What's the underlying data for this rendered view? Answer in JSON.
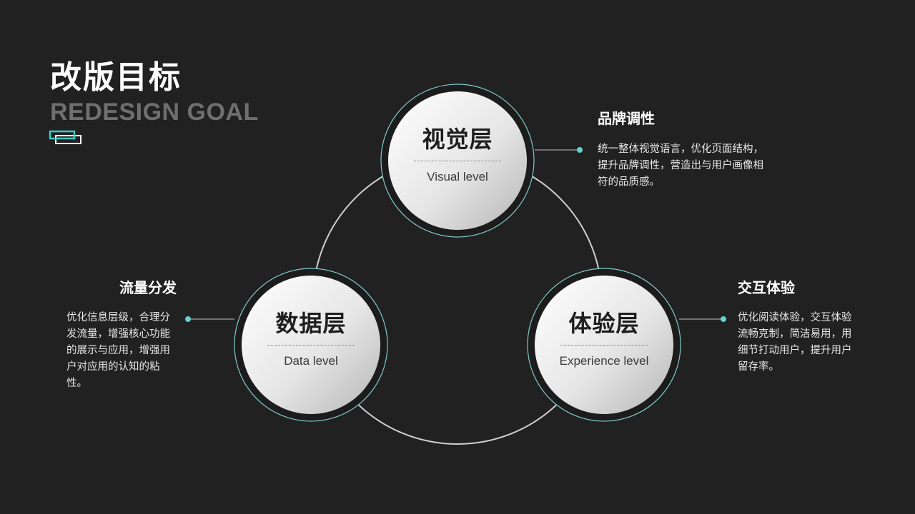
{
  "header": {
    "title": "改版目标",
    "subtitle": "REDESIGN GOAL"
  },
  "colors": {
    "background": "#212121",
    "accent": "#5fd3d0",
    "ring": "#cfcfcf"
  },
  "nodes": [
    {
      "title": "视觉层",
      "subtitle": "Visual level"
    },
    {
      "title": "数据层",
      "subtitle": "Data level"
    },
    {
      "title": "体验层",
      "subtitle": "Experience level"
    }
  ],
  "annotations": {
    "visual": {
      "heading": "品牌调性",
      "lines": [
        "统一整体视觉语言，优化页面结构，",
        "提升品牌调性，营造出与用户画像相",
        "符的品质感。"
      ]
    },
    "data": {
      "heading": "流量分发",
      "lines": [
        "优化信息层级，合理分",
        "发流量，增强核心功能",
        "的展示与应用，增强用",
        "户对应用的认知的粘",
        "性。"
      ]
    },
    "experience": {
      "heading": "交互体验",
      "lines": [
        "优化阅读体验，交互体验",
        "流畅克制，简洁易用，用",
        "细节打动用户，提升用户",
        "留存率。"
      ]
    }
  }
}
